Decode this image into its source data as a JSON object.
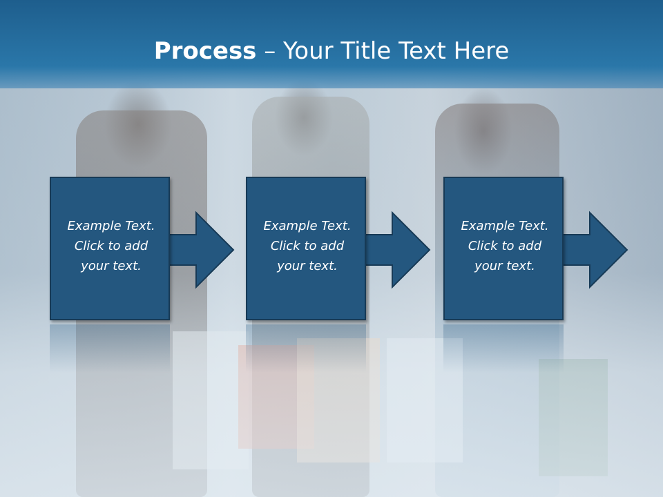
{
  "title": {
    "bold_part": "Process",
    "rest": " – Your Title Text Here"
  },
  "steps": [
    {
      "text": "Example Text.\nClick  to add\nyour text."
    },
    {
      "text": "Example Text.\nClick  to add\nyour text."
    },
    {
      "text": "Example Text.\nClick  to add\nyour text."
    }
  ],
  "colors": {
    "title_band": "#2a77a9",
    "step_fill": "#24577f",
    "step_border": "#173a56",
    "text": "#ffffff"
  }
}
